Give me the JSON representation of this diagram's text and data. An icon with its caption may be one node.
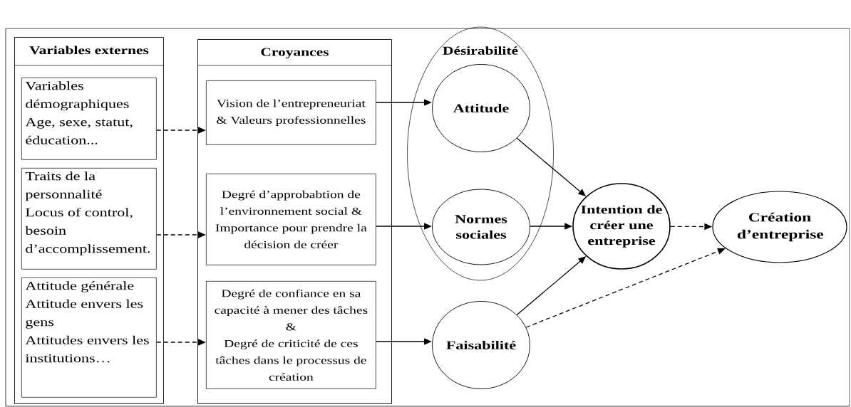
{
  "diagram": {
    "nodes": [
      {
        "text": [
          "Variables externes"
        ]
      },
      {
        "text": [
          "Variables démographiques",
          "Age, sexe, statut, éducation..."
        ],
        "in": 0
      },
      {
        "text": [
          "Traits de la personnalité",
          "Locus of control, besoin d’accomplissement."
        ],
        "in": 0
      },
      {
        "text": [
          "Attitude générale",
          "Attitude envers les gens",
          "Attitudes envers les institutions…"
        ],
        "in": 0
      },
      {
        "text": [
          "Croyances"
        ]
      },
      {
        "text": [
          "Vision de l’entrepreneuriat & Valeurs professionnelles"
        ],
        "in": 4
      },
      {
        "text": [
          "Degré d’approbabtion de l’environnement social & Importance pour prendre la décision de créer"
        ],
        "in": 4
      },
      {
        "text": [
          "Degré de confiance en sa capacité à mener des tâches &",
          "Degré de criticité de ces tâches dans le processus de création"
        ],
        "in": 4
      },
      {
        "text": [
          "Désirabilité"
        ]
      },
      {
        "text": [
          "Attitude"
        ],
        "in": 8
      },
      {
        "text": [
          "Normes sociales"
        ],
        "in": 8
      },
      {
        "text": [
          "Faisabilité"
        ]
      },
      {
        "text": [
          "Intention de créer une entreprise"
        ]
      },
      {
        "text": [
          "Création d’entreprise"
        ]
      }
    ],
    "edges": [
      {
        "from": 1,
        "to": 5,
        "arrow": "to",
        "style": "dashed"
      },
      {
        "from": 2,
        "to": 6,
        "arrow": "to",
        "style": "dashed"
      },
      {
        "from": 3,
        "to": 7,
        "arrow": "to",
        "style": "dashed"
      },
      {
        "from": 5,
        "to": 9,
        "arrow": "to"
      },
      {
        "from": 6,
        "to": 10,
        "arrow": "to"
      },
      {
        "from": 7,
        "to": 11,
        "arrow": "to"
      },
      {
        "from": 9,
        "to": 12,
        "arrow": "to"
      },
      {
        "from": 10,
        "to": 12,
        "arrow": "to"
      },
      {
        "from": 11,
        "to": 12,
        "arrow": "to"
      },
      {
        "from": 12,
        "to": 13,
        "arrow": "to",
        "style": "dashed"
      },
      {
        "from": 11,
        "to": 13,
        "arrow": "to",
        "style": "dashed"
      }
    ]
  }
}
